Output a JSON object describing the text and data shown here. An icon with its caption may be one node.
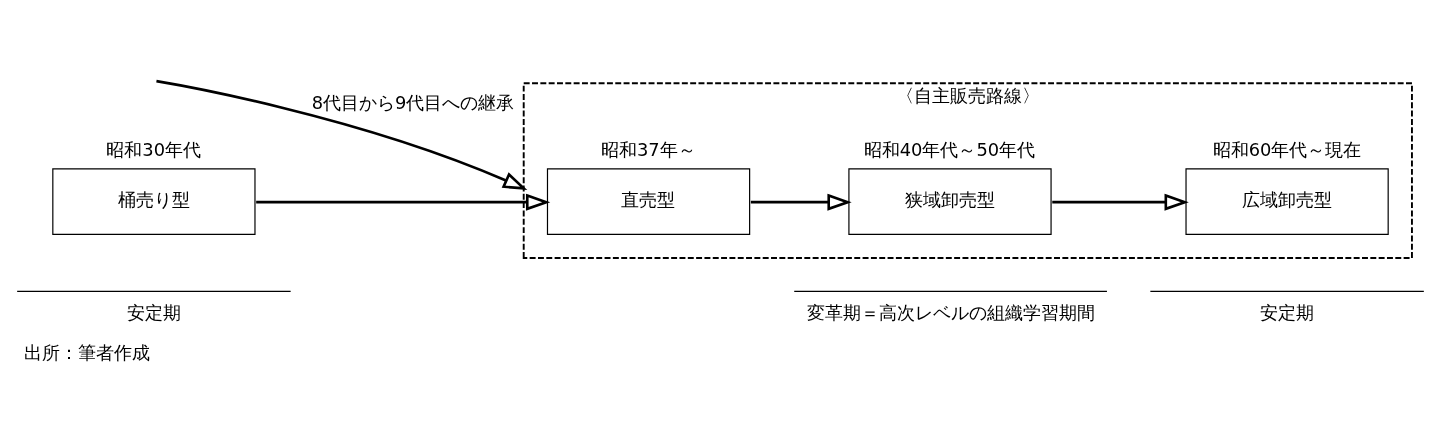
{
  "diagram": {
    "caption": "出所：筆者作成",
    "nodes": [
      {
        "text": [
          "桶売り型"
        ],
        "beside": [
          "昭和30年代"
        ]
      },
      {
        "text": [
          "〈自主販売路線〉"
        ]
      },
      {
        "text": [
          "直売型"
        ],
        "beside": [
          "昭和37年～"
        ],
        "in": 1
      },
      {
        "text": [
          "狭域卸売型"
        ],
        "beside": [
          "昭和40年代～50年代"
        ],
        "in": 1
      },
      {
        "text": [
          "広域卸売型"
        ],
        "beside": [
          "昭和60年代～現在"
        ],
        "in": 1
      }
    ],
    "edges": [
      {
        "from": null,
        "to": 1,
        "arrow": "to",
        "label": "8代目から9代目への継承"
      },
      {
        "from": 0,
        "to": 2,
        "arrow": "to"
      },
      {
        "from": 2,
        "to": 3,
        "arrow": "to"
      },
      {
        "from": 3,
        "to": 4,
        "arrow": "to"
      }
    ],
    "labels": [
      "安定期",
      "変革期＝高次レベルの組織学習期間",
      "安定期"
    ]
  }
}
